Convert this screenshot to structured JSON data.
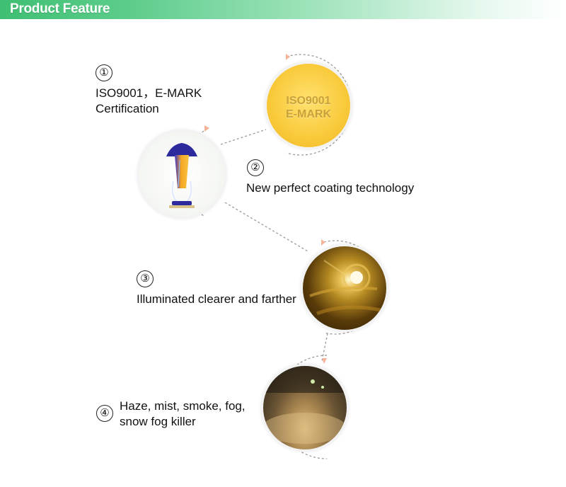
{
  "header": {
    "title": "Product Feature",
    "gradient_start": "#3fbf73",
    "gradient_end": "#ffffff"
  },
  "features": [
    {
      "number": "①",
      "text": "ISO9001，E-MARK Certification",
      "image_icon": "certification-badge-icon"
    },
    {
      "number": "②",
      "text": "New perfect coating technology",
      "image_icon": "halogen-bulb-icon"
    },
    {
      "number": "③",
      "text": "Illuminated clearer and farther",
      "image_icon": "headlamp-icon"
    },
    {
      "number": "④",
      "lines": [
        "Haze, mist, smoke, fog,",
        "snow fog killer"
      ],
      "image_icon": "fog-road-icon"
    }
  ],
  "certification_badge": {
    "line1": "ISO9001",
    "line2": "E-MARK",
    "color": "#f9c93a"
  },
  "colors": {
    "accent_arrow": "#f5b39a",
    "dashed_ring": "#9a9a9a"
  }
}
